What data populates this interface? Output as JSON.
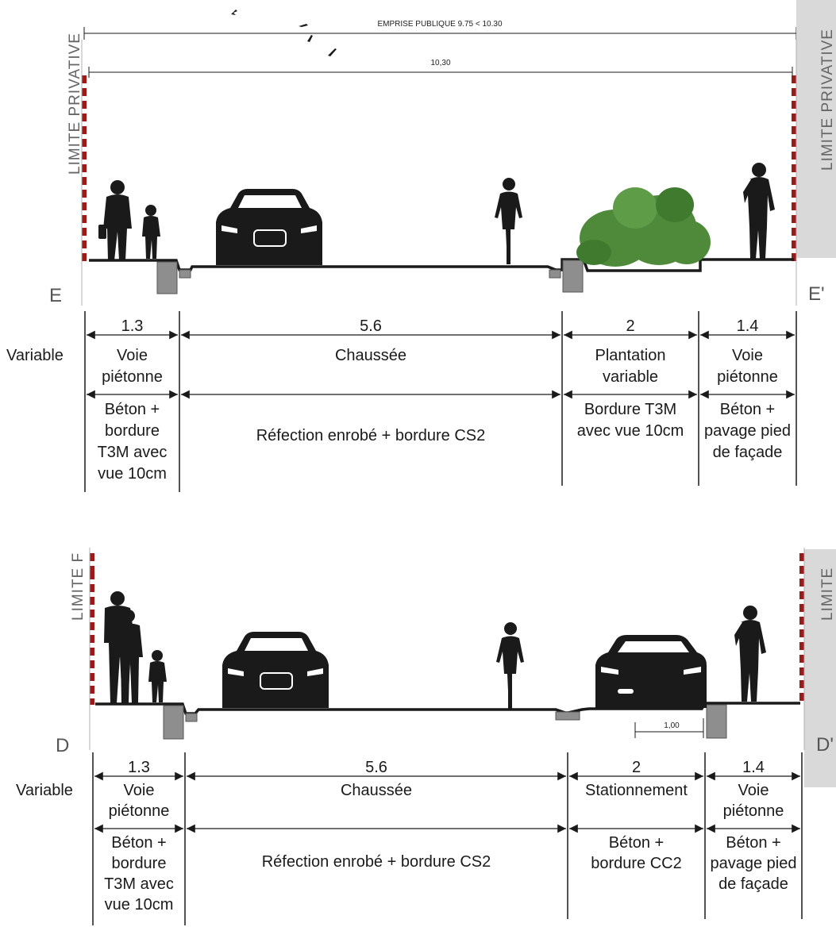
{
  "labels": {
    "limite_privative": "LIMITE PRIVATIVE",
    "limite_truncated": "LIMITE F",
    "limite_short": "LIMITE",
    "emprise": "EMPRISE PUBLIQUE 9.75 < 10.30",
    "total_width": "10,30",
    "parking_dim": "1,00"
  },
  "section_e": {
    "start": "E",
    "end": "E'",
    "variable": "Variable",
    "widths": [
      "1.3",
      "5.6",
      "2",
      "1.4"
    ],
    "names": [
      [
        "Voie",
        "piétonne"
      ],
      [
        "Chaussée"
      ],
      [
        "Plantation",
        "variable"
      ],
      [
        "Voie",
        "piétonne"
      ]
    ],
    "materials": [
      [
        "Béton +",
        "bordure",
        "T3M avec",
        "vue 10cm"
      ],
      [
        "Réfection enrobé + bordure CS2"
      ],
      [
        "Bordure T3M",
        "avec vue 10cm"
      ],
      [
        "Béton +",
        "pavage pied",
        "de façade"
      ]
    ]
  },
  "section_d": {
    "start": "D",
    "end": "D'",
    "variable": "Variable",
    "widths": [
      "1.3",
      "5.6",
      "2",
      "1.4"
    ],
    "names": [
      [
        "Voie",
        "piétonne"
      ],
      [
        "Chaussée"
      ],
      [
        "Stationnement"
      ],
      [
        "Voie",
        "piétonne"
      ]
    ],
    "materials": [
      [
        "Béton +",
        "bordure",
        "T3M avec",
        "vue 10cm"
      ],
      [
        "Réfection enrobé + bordure CS2"
      ],
      [
        "Béton +",
        "bordure CC2"
      ],
      [
        "Béton +",
        "pavage pied",
        "de façade"
      ]
    ]
  },
  "colors": {
    "ink": "#1a1a1a",
    "curb": "#8e8e8e",
    "limit_dash": "#9b1b1b",
    "private_zone": "#d9d9d9",
    "tree": "#4f8a3b"
  }
}
